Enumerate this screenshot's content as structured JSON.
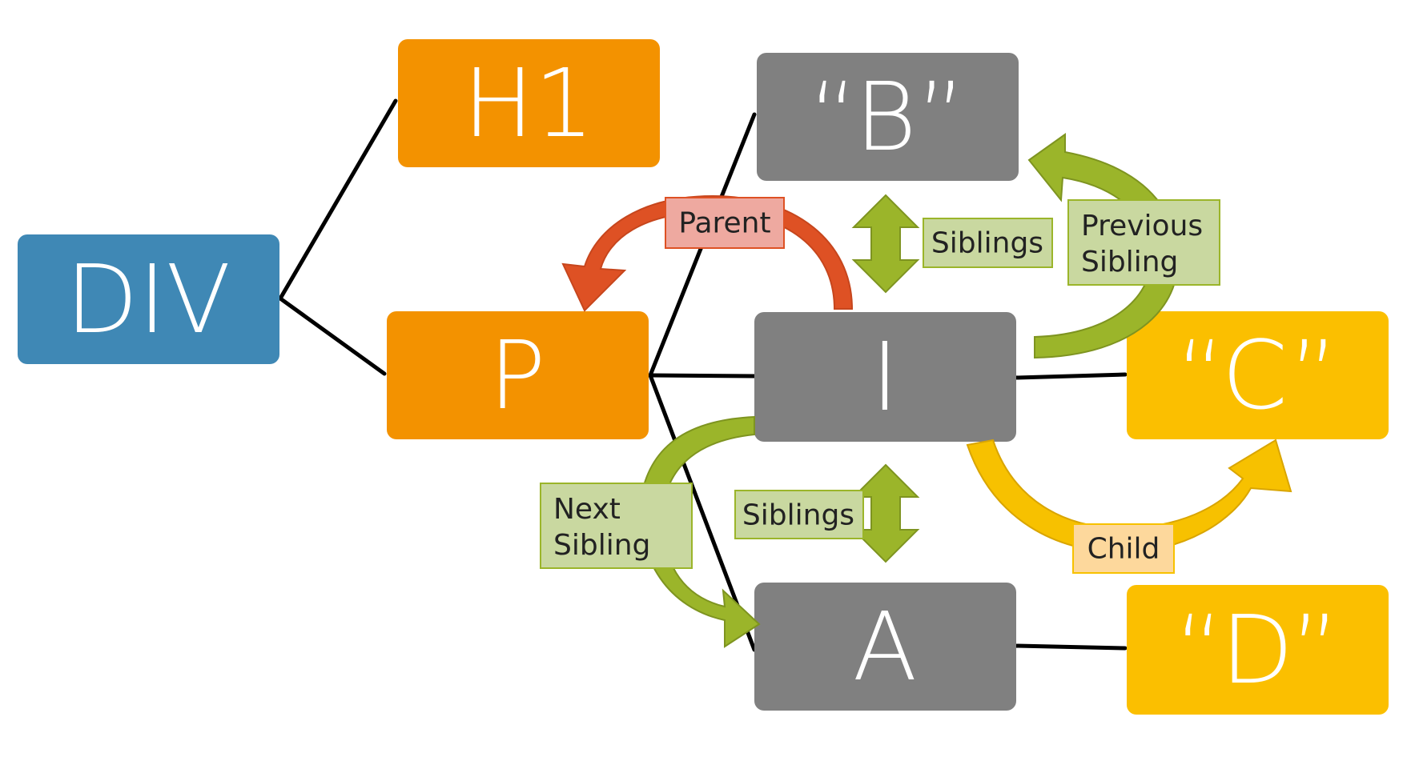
{
  "colors": {
    "div_blue": "#3f88b5",
    "element_orange": "#f39200",
    "element_gray": "#808080",
    "text_yellow": "#fbbf00",
    "connector": "#000000",
    "sibling_green": "#9bb52a",
    "sibling_label_fill": "#c9d8a0",
    "parent_red": "#de5124",
    "parent_label_fill": "#eea9a0",
    "child_yellow": "#f7c100",
    "child_label_fill": "#fdd89c"
  },
  "nodes": {
    "div": "DIV",
    "h1": "H1",
    "p": "P",
    "b": "“B”",
    "i": "I",
    "a": "A",
    "c": "“C”",
    "d": "“D”"
  },
  "labels": {
    "parent": "Parent",
    "siblings_top": "Siblings",
    "siblings_bottom": "Siblings",
    "previous_sibling_line1": "Previous",
    "previous_sibling_line2": "Sibling",
    "next_sibling_line1": "Next",
    "next_sibling_line2": "Sibling",
    "child": "Child"
  }
}
